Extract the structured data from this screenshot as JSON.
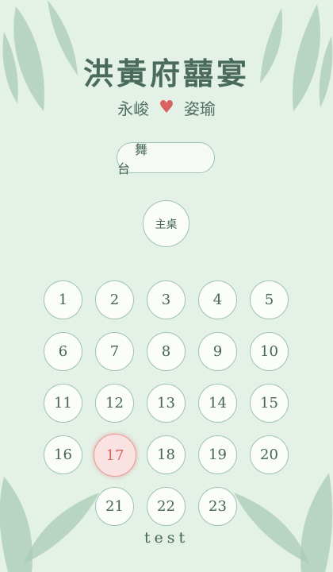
{
  "header": {
    "title": "洪黃府囍宴",
    "groom": "永峻",
    "bride": "姿瑜",
    "heart_icon": "heart-icon"
  },
  "stage": {
    "label": "舞 台"
  },
  "main_table": {
    "label": "主桌"
  },
  "tables": [
    "1",
    "2",
    "3",
    "4",
    "5",
    "6",
    "7",
    "8",
    "9",
    "10",
    "11",
    "12",
    "13",
    "14",
    "15",
    "16",
    "17",
    "18",
    "19",
    "20",
    "21",
    "22",
    "23"
  ],
  "selected_table": "17",
  "footer": {
    "text": "test"
  },
  "colors": {
    "background": "#e4f1e7",
    "accent": "#d9615f",
    "circle_border": "#9fc3b0",
    "leaf": "#aacbb8"
  }
}
